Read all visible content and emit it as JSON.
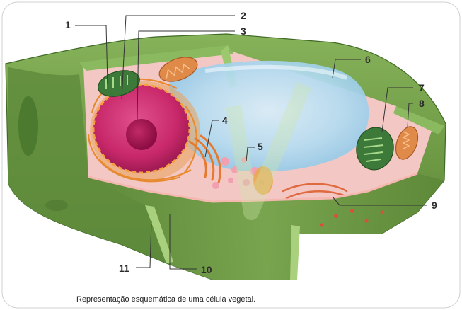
{
  "caption": "Representação esquemática de uma célula vegetal.",
  "labels": [
    "1",
    "2",
    "3",
    "4",
    "5",
    "6",
    "7",
    "8",
    "9",
    "10",
    "11"
  ],
  "colors": {
    "wall_green": "#6f9a45",
    "wall_dark": "#3f6a26",
    "cytoplasm": "#f3c7c4",
    "nucleus": "#c8286a",
    "nucleolus": "#9a1048",
    "vacuole": "#a9d8f0",
    "chloroplast": "#3d7a3a",
    "mitochondrion": "#e08a4a",
    "golgi": "#e8833c",
    "label_text": "#2b2b2b"
  }
}
